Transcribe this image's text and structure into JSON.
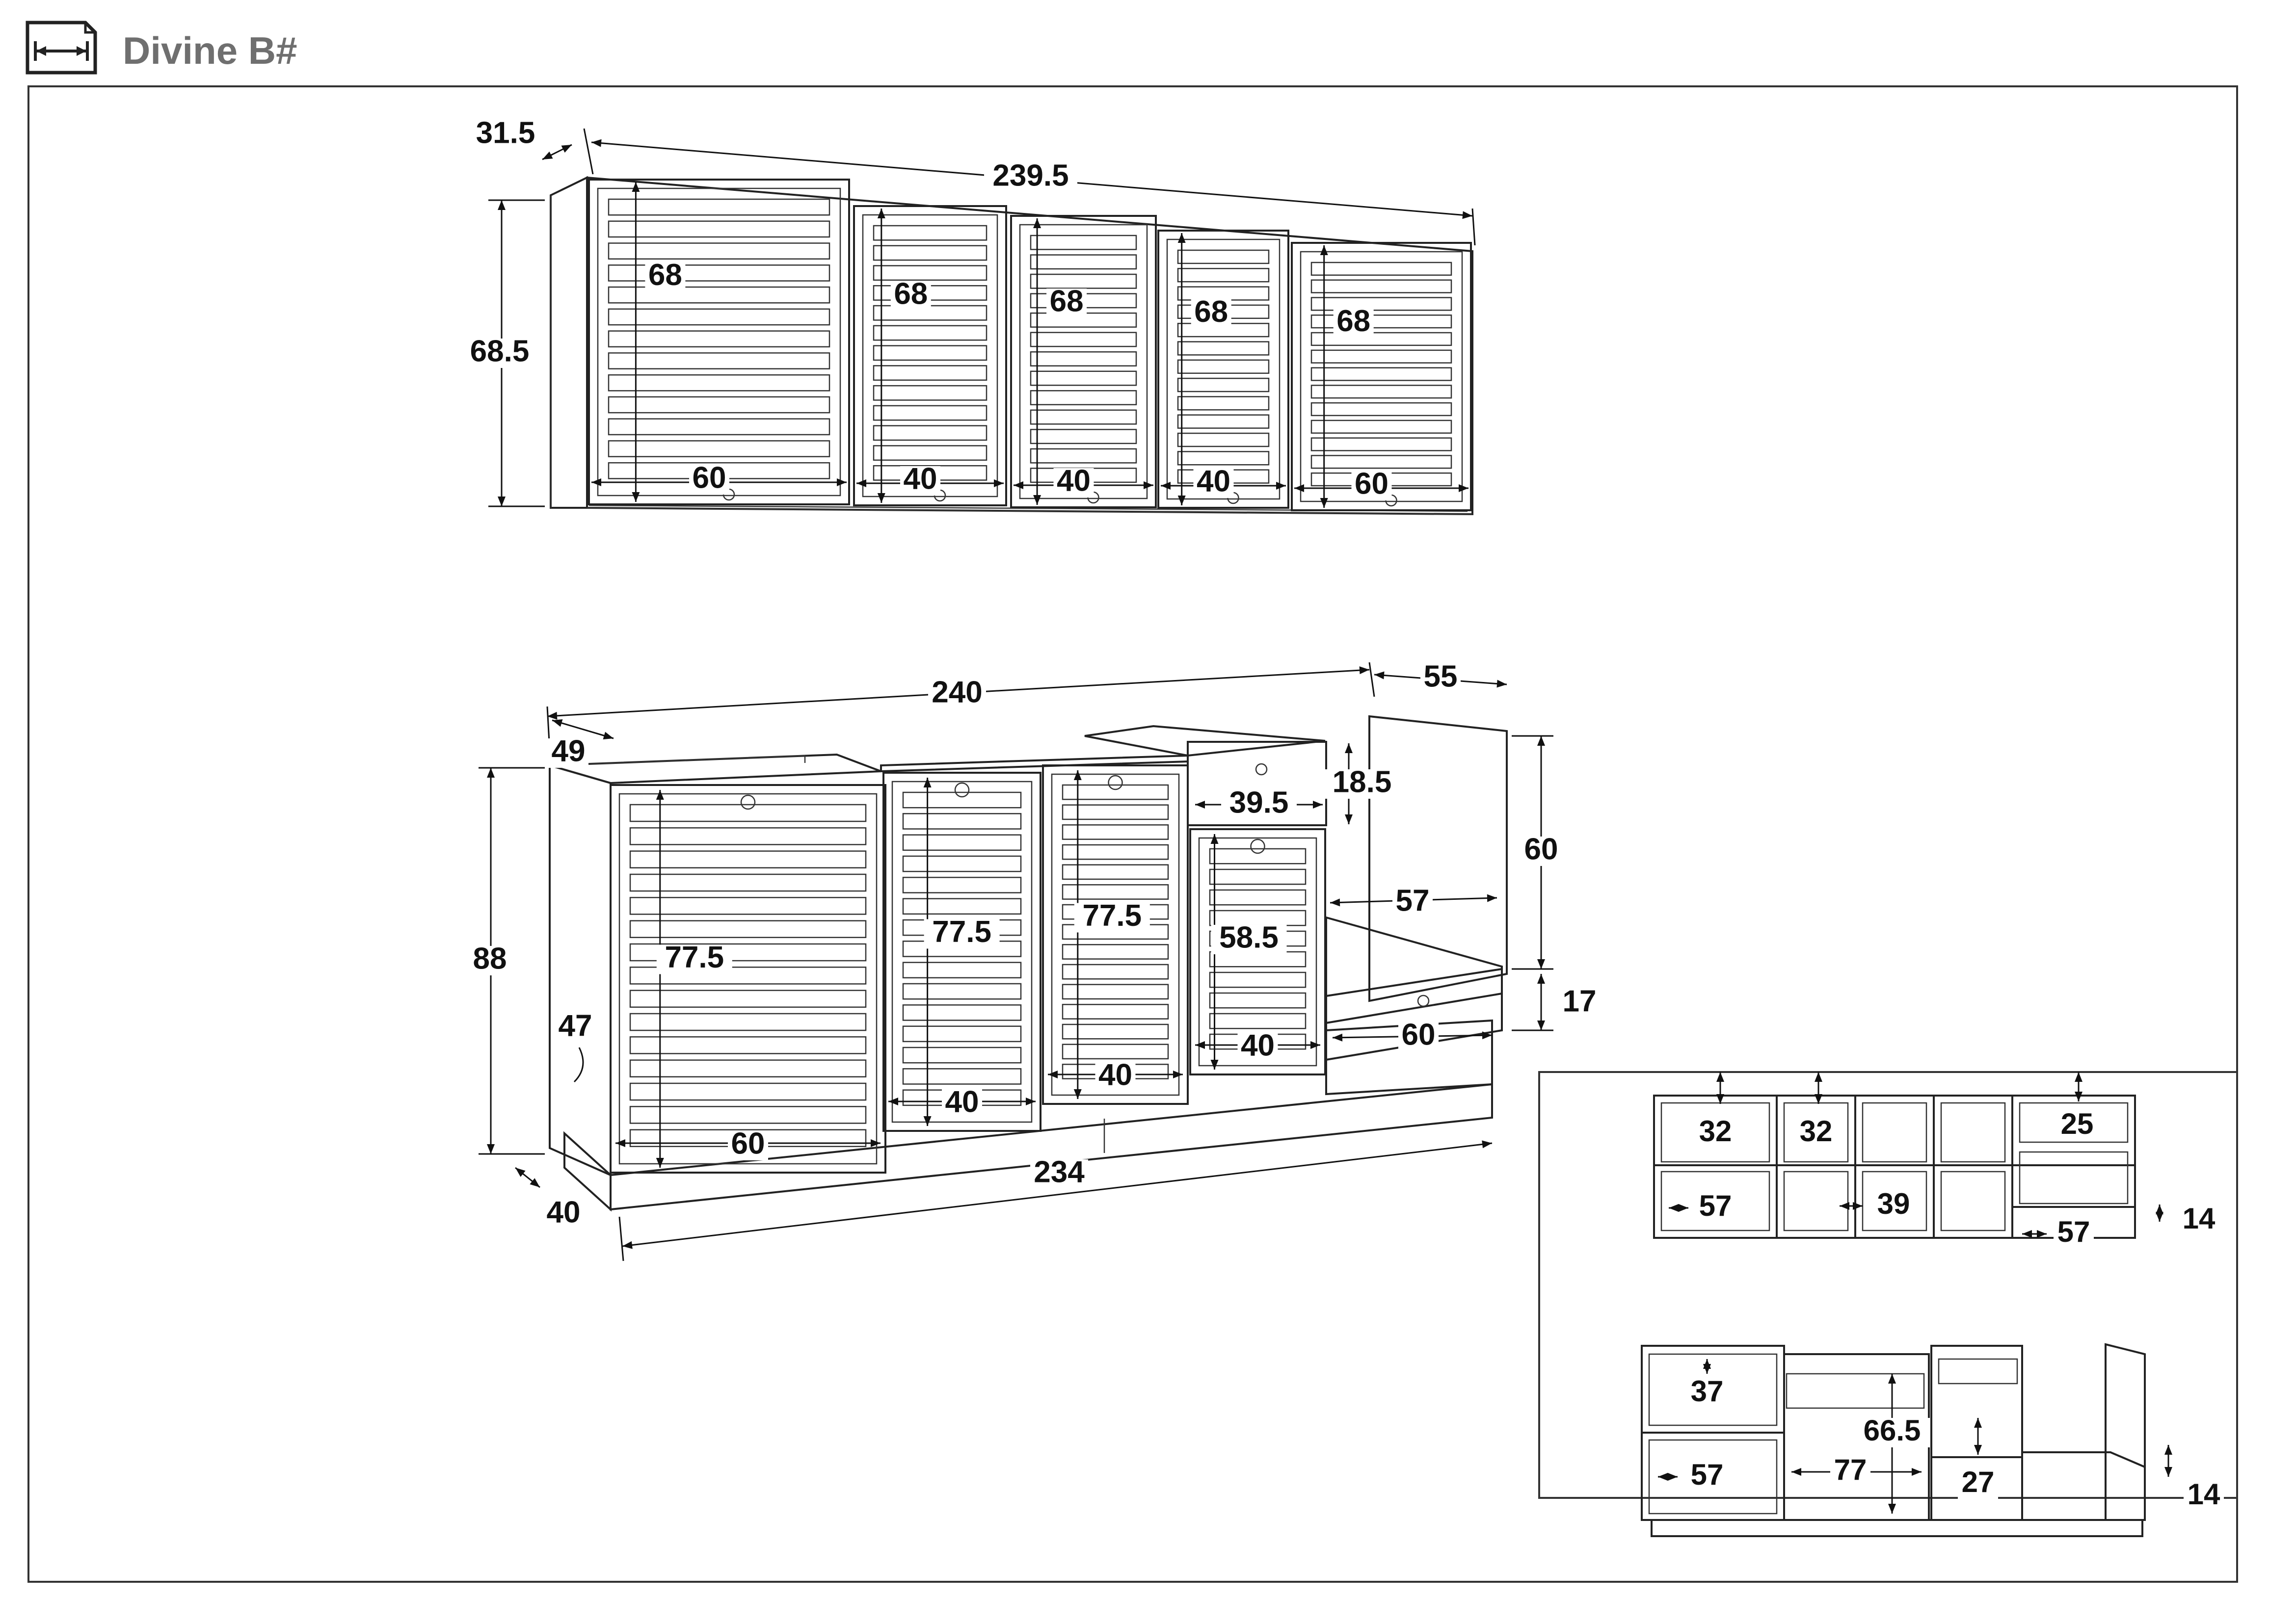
{
  "header": {
    "title": "Divine B#",
    "icon": "width-measure-icon"
  },
  "upper_cabinet": {
    "overall_width": "239.5",
    "depth": "31.5",
    "height": "68.5",
    "doors": [
      {
        "height": "68",
        "width": "60"
      },
      {
        "height": "68",
        "width": "40"
      },
      {
        "height": "68",
        "width": "40"
      },
      {
        "height": "68",
        "width": "40"
      },
      {
        "height": "68",
        "width": "60"
      }
    ]
  },
  "lower_cabinet": {
    "overall_width": "240",
    "side_depth": "55",
    "top_depth": "49",
    "height": "88",
    "inner_depth": "47",
    "plinth_depth": "40",
    "plinth_width": "234",
    "doors": [
      {
        "height": "77.5",
        "width": "60"
      },
      {
        "height": "77.5",
        "width": "40"
      },
      {
        "height": "77.5",
        "width": "40"
      },
      {
        "height": "58.5",
        "width": "40"
      }
    ],
    "drawer": {
      "width": "39.5",
      "height": "18.5"
    },
    "open_unit": {
      "panel_height": "60",
      "inner_width": "57",
      "base_height": "17",
      "base_width": "60"
    }
  },
  "inset_upper": {
    "labels": [
      "32",
      "32",
      "25",
      "57",
      "39",
      "57",
      "14"
    ]
  },
  "inset_lower": {
    "labels": [
      "37",
      "66.5",
      "57",
      "77",
      "27",
      "14"
    ]
  }
}
